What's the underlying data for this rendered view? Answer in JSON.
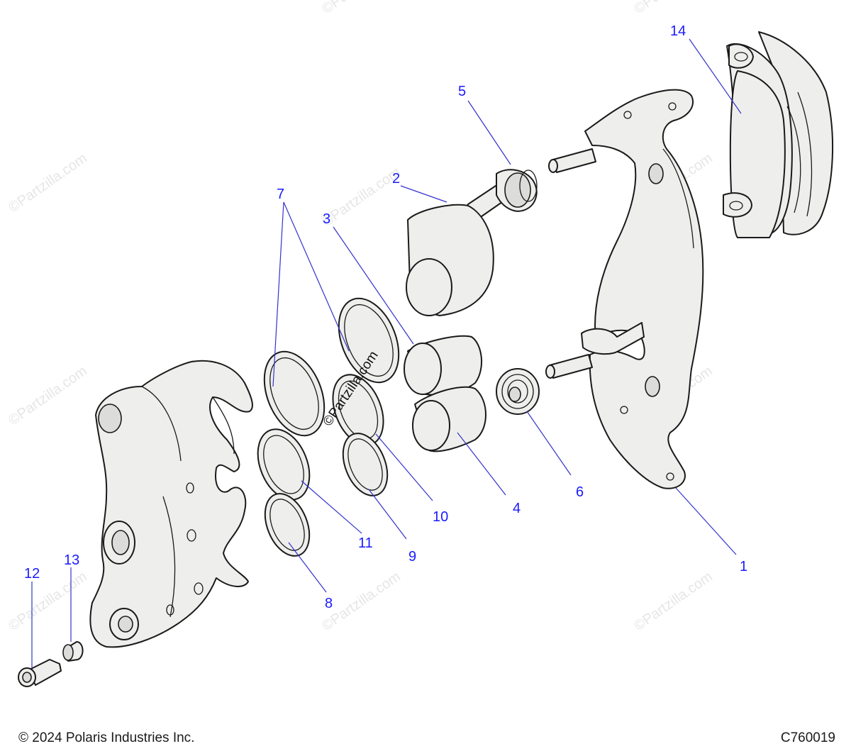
{
  "watermark_text": "©Partzilla.com",
  "callouts": {
    "c1": "1",
    "c2": "2",
    "c3": "3",
    "c4": "4",
    "c5": "5",
    "c6": "6",
    "c7": "7",
    "c8": "8",
    "c9": "9",
    "c10": "10",
    "c11": "11",
    "c12": "12",
    "c13": "13",
    "c14": "14"
  },
  "footer": {
    "copyright": "© 2024 Polaris Industries Inc.",
    "drawing_id": "C760019"
  },
  "colors": {
    "callout": "#1a1aff",
    "part_fill": "#eeeeec",
    "outline": "#1a1a1a"
  }
}
